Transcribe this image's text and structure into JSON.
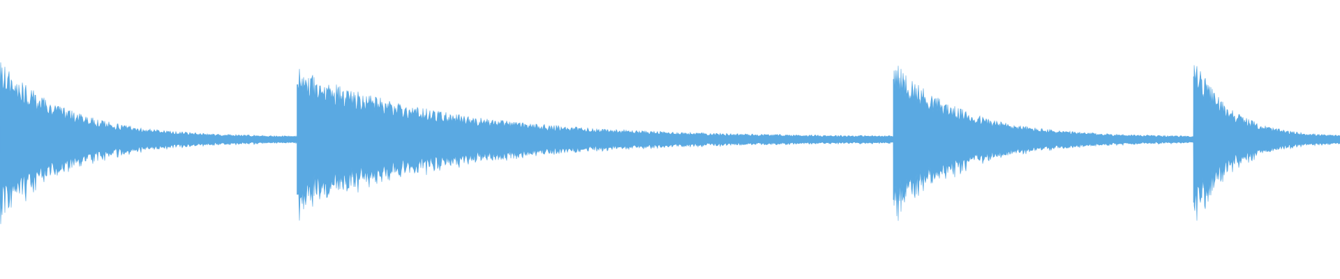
{
  "waveform": {
    "color": "#5aa9e2",
    "background": "#ffffff",
    "segments": [
      {
        "start_fraction": 0.0,
        "end_fraction": 0.224,
        "peak": 0.22,
        "decay": 4.5
      },
      {
        "start_fraction": 0.222,
        "end_fraction": 0.668,
        "peak": 0.2,
        "decay": 4.2
      },
      {
        "start_fraction": 0.667,
        "end_fraction": 0.891,
        "peak": 0.22,
        "decay": 4.5
      },
      {
        "start_fraction": 0.891,
        "end_fraction": 1.0,
        "peak": 0.23,
        "decay": 4.0
      }
    ],
    "floor_level": 0.008
  }
}
